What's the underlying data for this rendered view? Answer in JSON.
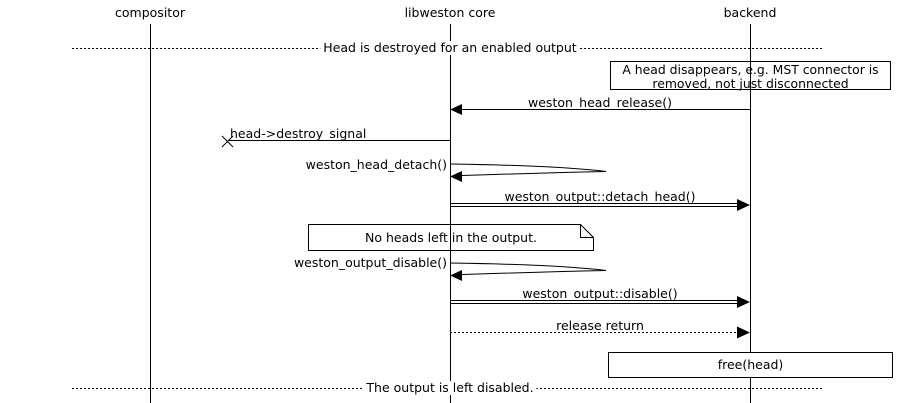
{
  "diagram": {
    "colors": {
      "background": "#ffffff",
      "stroke": "#000000"
    },
    "participants": [
      {
        "label": "compositor"
      },
      {
        "label": "libweston core"
      },
      {
        "label": "backend"
      }
    ],
    "dividers": [
      {
        "label": "Head is destroyed for an enabled output"
      },
      {
        "label": "The output is left disabled."
      }
    ],
    "notes": [
      {
        "label": "A head disappears, e.g. MST connector is removed, not just disconnected"
      },
      {
        "label": "No heads left in the output."
      }
    ],
    "messages": [
      {
        "label": "weston_head_release()",
        "from": "backend",
        "to": "libweston core",
        "style": "solid"
      },
      {
        "label": "head->destroy_signal",
        "from": "libweston core",
        "to": "lost",
        "style": "solid-lost"
      },
      {
        "label": "weston_head_detach()",
        "from": "libweston core",
        "to": "libweston core",
        "style": "self"
      },
      {
        "label": "weston_output::detach_head()",
        "from": "libweston core",
        "to": "backend",
        "style": "double"
      },
      {
        "label": "weston_output_disable()",
        "from": "libweston core",
        "to": "libweston core",
        "style": "self"
      },
      {
        "label": "weston_output::disable()",
        "from": "libweston core",
        "to": "backend",
        "style": "double"
      },
      {
        "label": "release return",
        "from": "libweston core",
        "to": "backend",
        "style": "dotted"
      },
      {
        "label": "free(head)",
        "on": "backend",
        "style": "action-box"
      }
    ]
  }
}
